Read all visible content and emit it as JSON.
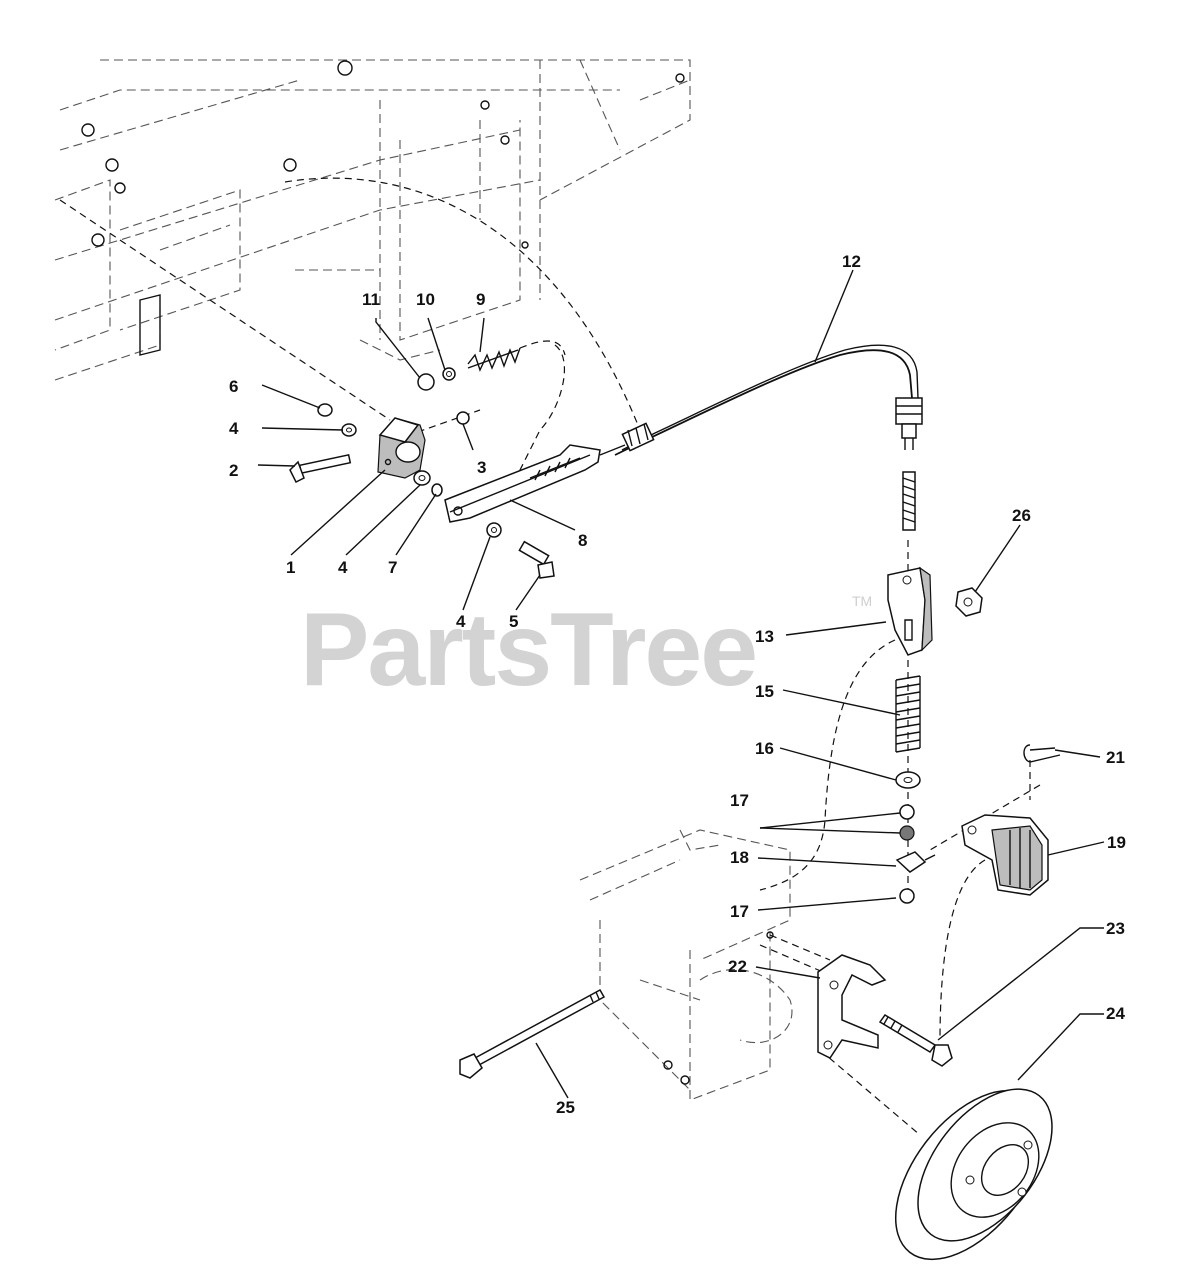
{
  "watermark": {
    "text": "PartsTree",
    "trademark": "TM"
  },
  "callouts": [
    {
      "id": "c1",
      "label": "1"
    },
    {
      "id": "c2",
      "label": "2"
    },
    {
      "id": "c3",
      "label": "3"
    },
    {
      "id": "c4a",
      "label": "4"
    },
    {
      "id": "c4b",
      "label": "4"
    },
    {
      "id": "c4c",
      "label": "4"
    },
    {
      "id": "c5",
      "label": "5"
    },
    {
      "id": "c6",
      "label": "6"
    },
    {
      "id": "c7",
      "label": "7"
    },
    {
      "id": "c8",
      "label": "8"
    },
    {
      "id": "c9",
      "label": "9"
    },
    {
      "id": "c10",
      "label": "10"
    },
    {
      "id": "c11",
      "label": "11"
    },
    {
      "id": "c12",
      "label": "12"
    },
    {
      "id": "c13",
      "label": "13"
    },
    {
      "id": "c15",
      "label": "15"
    },
    {
      "id": "c16",
      "label": "16"
    },
    {
      "id": "c17a",
      "label": "17"
    },
    {
      "id": "c17b",
      "label": "17"
    },
    {
      "id": "c18",
      "label": "18"
    },
    {
      "id": "c19",
      "label": "19"
    },
    {
      "id": "c21",
      "label": "21"
    },
    {
      "id": "c22",
      "label": "22"
    },
    {
      "id": "c23",
      "label": "23"
    },
    {
      "id": "c24",
      "label": "24"
    },
    {
      "id": "c25",
      "label": "25"
    },
    {
      "id": "c26",
      "label": "26"
    }
  ]
}
